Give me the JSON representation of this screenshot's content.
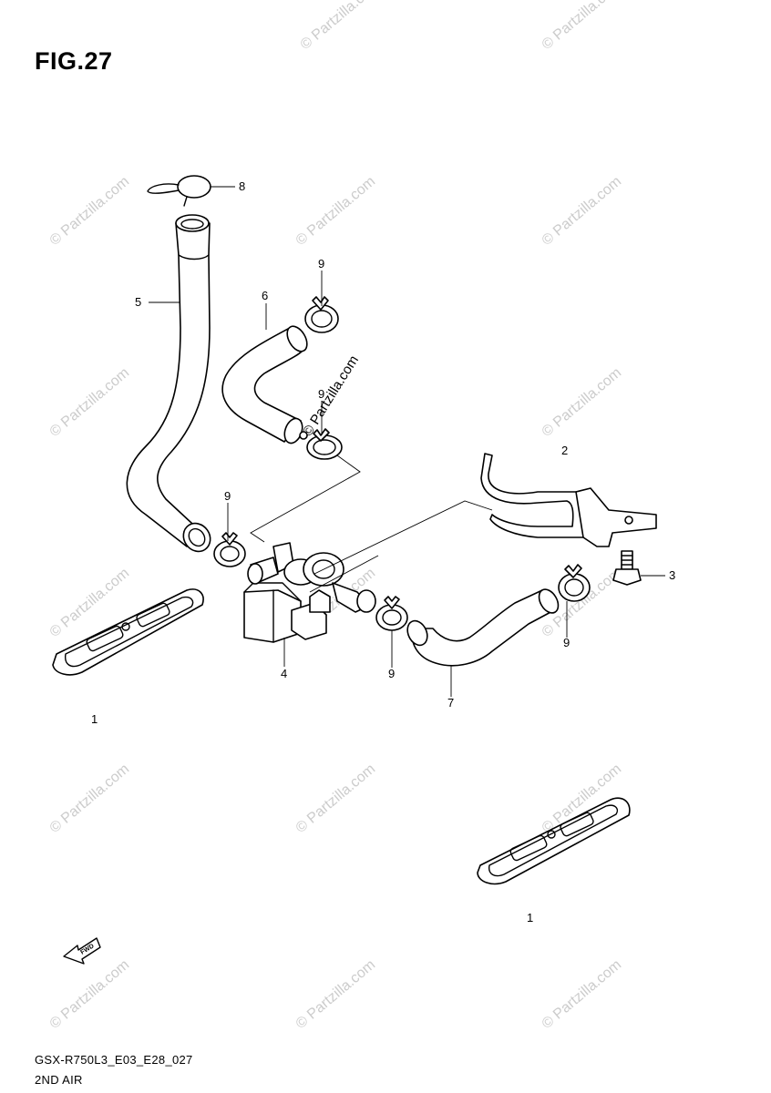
{
  "figure": {
    "title": "FIG.27",
    "code": "GSX-R750L3_E03_E28_027",
    "name": "2ND AIR"
  },
  "watermark": "© Partzilla.com",
  "callouts": {
    "c1a": "1",
    "c1b": "1",
    "c2": "2",
    "c3": "3",
    "c4": "4",
    "c5": "5",
    "c6": "6",
    "c7": "7",
    "c8": "8",
    "c9a": "9",
    "c9b": "9",
    "c9c": "9",
    "c9d": "9",
    "c9e": "9"
  },
  "fwd_label": "FWD"
}
